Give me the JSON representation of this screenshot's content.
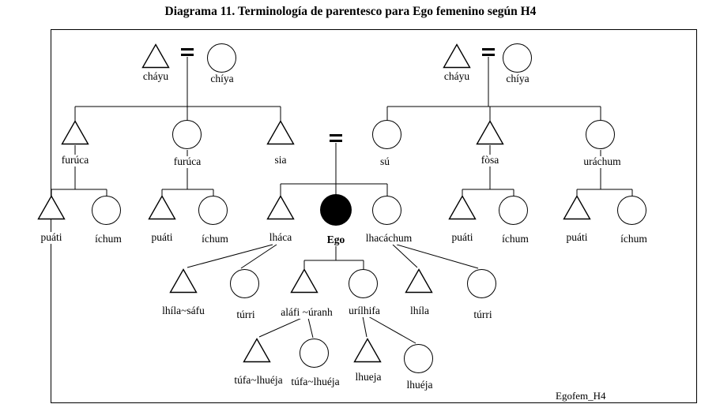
{
  "header": {
    "title": "Diagrama 11. Terminología de parentesco para Ego femenino según H4"
  },
  "footer": {
    "code": "Egofem_H4"
  },
  "labels": {
    "chayu_left": "cháyu",
    "chiya_left": "chíya",
    "chayu_right": "cháyu",
    "chiya_right": "chíya",
    "furuca_m": "furúca",
    "furuca_f": "furúca",
    "father": "sia",
    "mother": "sú",
    "fosa": "fòsa",
    "urachum": "uráchum",
    "puati_1": "puáti",
    "ichum_1": "íchum",
    "puati_2": "puáti",
    "ichum_2": "íchum",
    "lhaca": "lháca",
    "ego": "Ego",
    "lhacachum": "lhacáchum",
    "puati_3": "puáti",
    "ichum_3": "íchum",
    "puati_4": "puáti",
    "ichum_4": "íchum",
    "lhila_safu": "lhíla~sáfu",
    "turri_1": "túrri",
    "alafi_uranh": "aláfi ~úranh",
    "urilhifa": "urílhifa",
    "lhila": "lhíla",
    "turri_2": "túrri",
    "tufa_lhueja_m": "túfa~lhuéja",
    "tufa_lhueja_f": "túfa~lhuéja",
    "lhueja_m": "lhueja",
    "lhueja_f": "lhuéja"
  },
  "genealogy": {
    "paternal_grandparents": [
      "cháyu",
      "chíya"
    ],
    "maternal_grandparents": [
      "cháyu",
      "chíya"
    ],
    "paternal_grandparents_children": [
      "furúca (male)",
      "furúca (female)",
      "sia (father)"
    ],
    "maternal_grandparents_children": [
      "sú (mother)",
      "fòsa (male)",
      "uráchum (female)"
    ],
    "parents_marriage": [
      "sia",
      "sú"
    ],
    "ego_siblings": [
      "lháca (male)",
      "Ego (female, filled)",
      "lhacáchum (female)"
    ],
    "cousins_each_uncle_aunt": [
      "puáti (male)",
      "íchum (female)"
    ],
    "children_of_lhaca": [
      "lhíla~sáfu (male)",
      "túrri (female)"
    ],
    "children_of_ego": [
      "aláfi ~úranh (male)",
      "urílhifa (female)"
    ],
    "children_of_lhacachum": [
      "lhíla (male)",
      "túrri (female)"
    ],
    "children_of_alafi_uranh": [
      "túfa~lhuéja (male)",
      "túfa~lhuéja (female)"
    ],
    "children_of_urilhifa": [
      "lhueja (male)",
      "lhuéja (female)"
    ]
  }
}
